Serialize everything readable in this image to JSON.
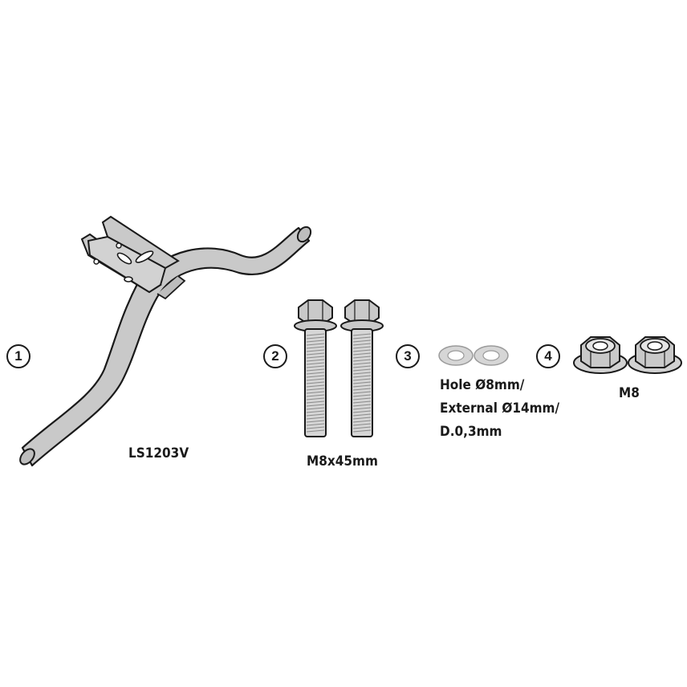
{
  "items": [
    {
      "number": "1",
      "label": "LS1203V"
    },
    {
      "number": "2",
      "label": "M8x45mm"
    },
    {
      "number": "3",
      "label_lines": [
        "Hole Ø8mm/",
        "External Ø14mm/",
        "D.0,3mm"
      ]
    },
    {
      "number": "4",
      "label": "M8"
    }
  ],
  "colors": {
    "part_fill": "#c9c9c9",
    "washer_fill": "#d6d6d6",
    "outline": "#1a1a1a",
    "thread": "#8a8a8a"
  }
}
